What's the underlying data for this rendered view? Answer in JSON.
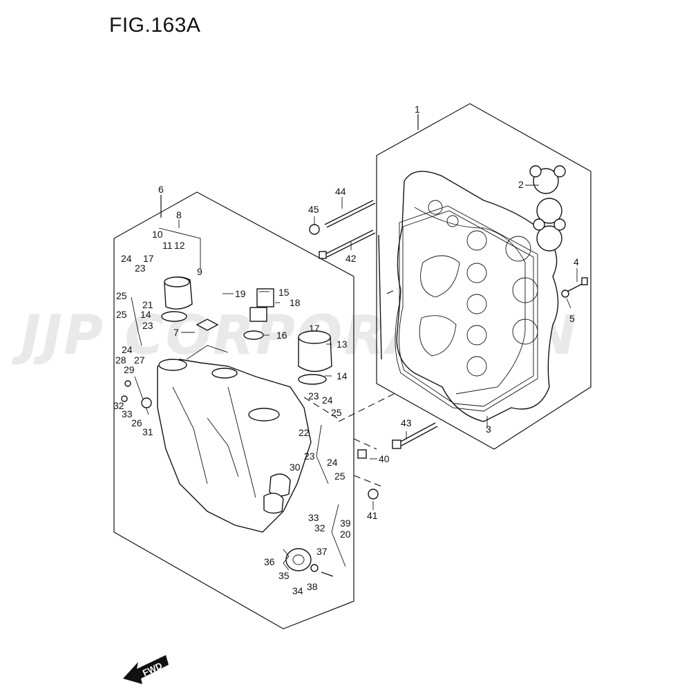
{
  "figure": {
    "title": "FIG.163A",
    "watermark": "JJP CORPORATION",
    "direction_label": "FWD"
  },
  "callouts": [
    {
      "id": "c1",
      "text": "1"
    },
    {
      "id": "c2",
      "text": "2"
    },
    {
      "id": "c3",
      "text": "3"
    },
    {
      "id": "c4",
      "text": "4"
    },
    {
      "id": "c5",
      "text": "5"
    },
    {
      "id": "c6",
      "text": "6"
    },
    {
      "id": "c7",
      "text": "7"
    },
    {
      "id": "c8",
      "text": "8"
    },
    {
      "id": "c9",
      "text": "9"
    },
    {
      "id": "c10",
      "text": "10"
    },
    {
      "id": "c11",
      "text": "11"
    },
    {
      "id": "c12",
      "text": "12"
    },
    {
      "id": "c13",
      "text": "13"
    },
    {
      "id": "c14a",
      "text": "14"
    },
    {
      "id": "c14b",
      "text": "14"
    },
    {
      "id": "c15",
      "text": "15"
    },
    {
      "id": "c16",
      "text": "16"
    },
    {
      "id": "c17a",
      "text": "17"
    },
    {
      "id": "c17b",
      "text": "17"
    },
    {
      "id": "c18",
      "text": "18"
    },
    {
      "id": "c19",
      "text": "19"
    },
    {
      "id": "c20",
      "text": "20"
    },
    {
      "id": "c21",
      "text": "21"
    },
    {
      "id": "c22",
      "text": "22"
    },
    {
      "id": "c23a",
      "text": "23"
    },
    {
      "id": "c23b",
      "text": "23"
    },
    {
      "id": "c23c",
      "text": "23"
    },
    {
      "id": "c23d",
      "text": "23"
    },
    {
      "id": "c24a",
      "text": "24"
    },
    {
      "id": "c24b",
      "text": "24"
    },
    {
      "id": "c24c",
      "text": "24"
    },
    {
      "id": "c24d",
      "text": "24"
    },
    {
      "id": "c25a",
      "text": "25"
    },
    {
      "id": "c25b",
      "text": "25"
    },
    {
      "id": "c25c",
      "text": "25"
    },
    {
      "id": "c25d",
      "text": "25"
    },
    {
      "id": "c26",
      "text": "26"
    },
    {
      "id": "c27",
      "text": "27"
    },
    {
      "id": "c28",
      "text": "28"
    },
    {
      "id": "c29",
      "text": "29"
    },
    {
      "id": "c30",
      "text": "30"
    },
    {
      "id": "c31",
      "text": "31"
    },
    {
      "id": "c32a",
      "text": "32"
    },
    {
      "id": "c32b",
      "text": "32"
    },
    {
      "id": "c33a",
      "text": "33"
    },
    {
      "id": "c33b",
      "text": "33"
    },
    {
      "id": "c34",
      "text": "34"
    },
    {
      "id": "c35",
      "text": "35"
    },
    {
      "id": "c36",
      "text": "36"
    },
    {
      "id": "c37",
      "text": "37"
    },
    {
      "id": "c38",
      "text": "38"
    },
    {
      "id": "c39",
      "text": "39"
    },
    {
      "id": "c40",
      "text": "40"
    },
    {
      "id": "c41",
      "text": "41"
    },
    {
      "id": "c42",
      "text": "42"
    },
    {
      "id": "c43",
      "text": "43"
    },
    {
      "id": "c44",
      "text": "44"
    },
    {
      "id": "c45",
      "text": "45"
    }
  ]
}
